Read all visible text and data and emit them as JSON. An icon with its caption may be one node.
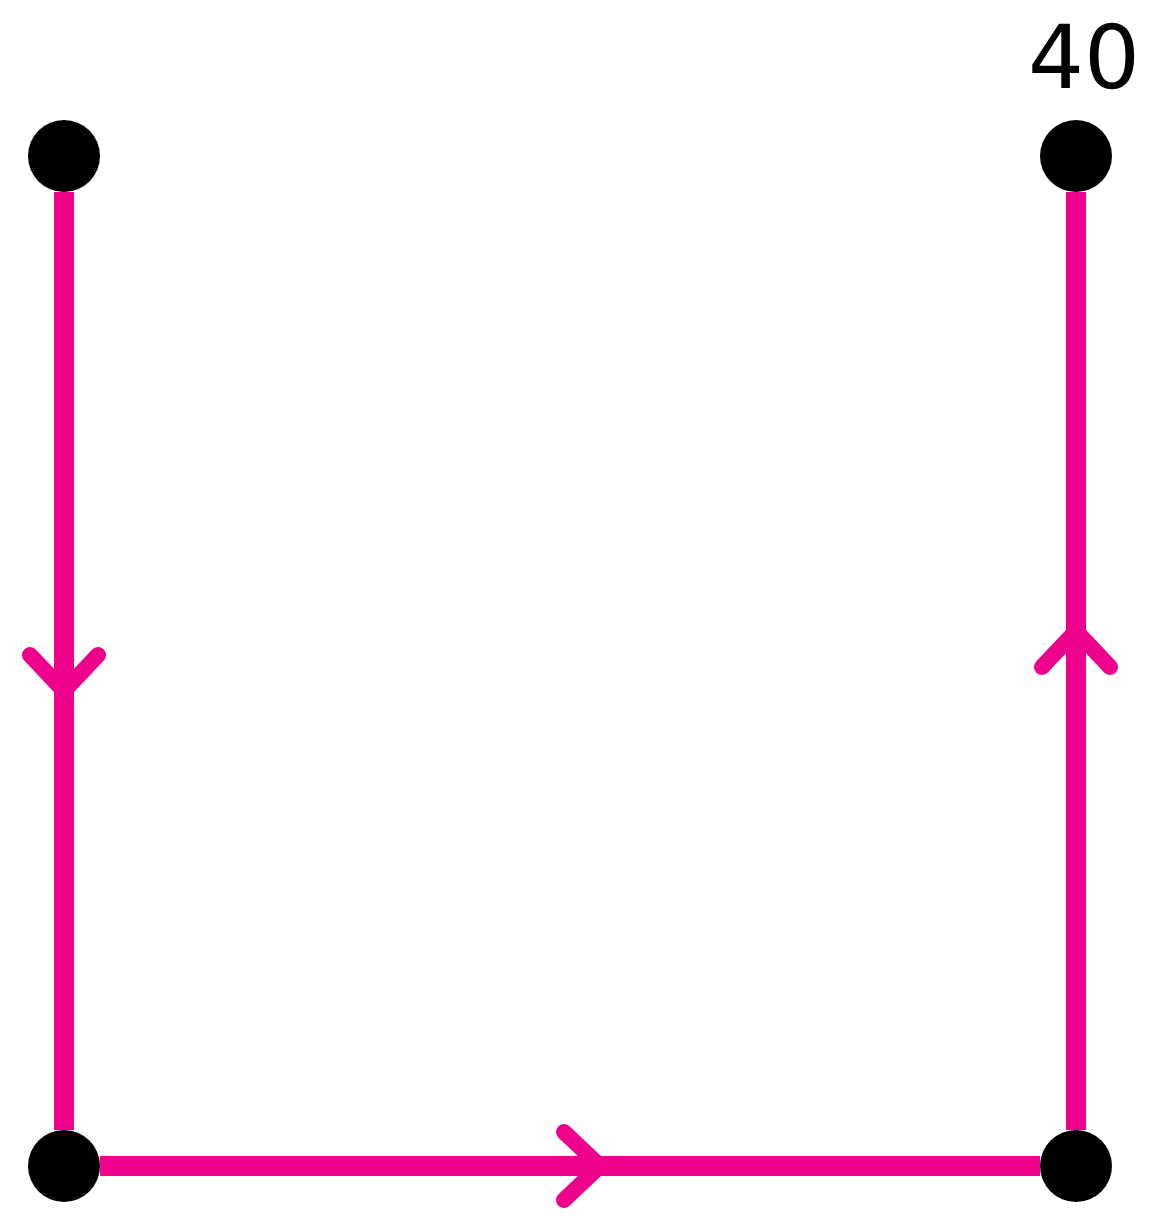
{
  "diagram": {
    "nodes": [
      {
        "text": [],
        "shape": "circle"
      },
      {
        "text": [],
        "shape": "circle"
      },
      {
        "text": [],
        "shape": "circle"
      },
      {
        "text": [],
        "shape": "circle",
        "beside": [
          "40"
        ]
      }
    ],
    "edges": [
      {
        "from": 0,
        "to": 1,
        "arrow": "to"
      },
      {
        "from": 1,
        "to": 2,
        "arrow": "to"
      },
      {
        "from": 2,
        "to": 3,
        "arrow": "to"
      }
    ]
  }
}
